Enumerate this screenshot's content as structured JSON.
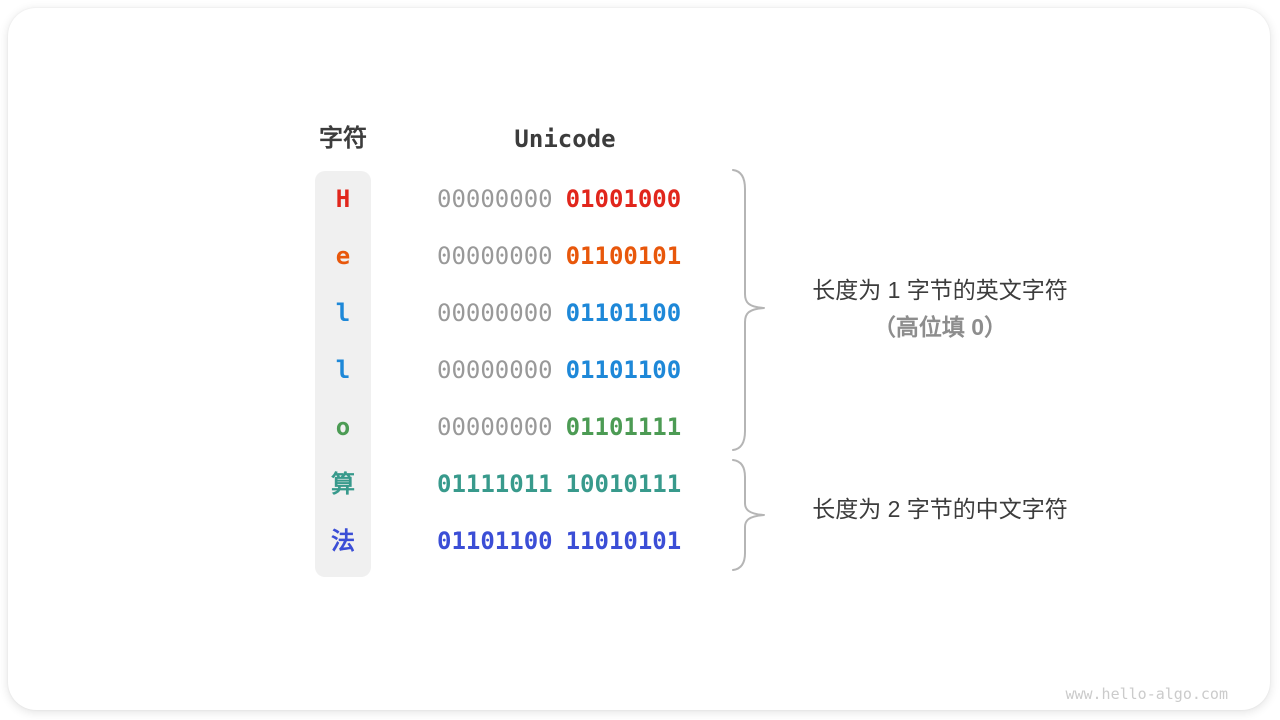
{
  "header": {
    "char_label": "字符",
    "unicode_label": "Unicode"
  },
  "rows": [
    {
      "char": "H",
      "color": "#e1261c",
      "byte1": "00000000",
      "byte1_color": "#999999",
      "byte2": "01001000",
      "byte2_color": "#e1261c"
    },
    {
      "char": "e",
      "color": "#e8570b",
      "byte1": "00000000",
      "byte1_color": "#999999",
      "byte2": "01100101",
      "byte2_color": "#e8570b"
    },
    {
      "char": "l",
      "color": "#1e88d8",
      "byte1": "00000000",
      "byte1_color": "#999999",
      "byte2": "01101100",
      "byte2_color": "#1e88d8"
    },
    {
      "char": "l",
      "color": "#1e88d8",
      "byte1": "00000000",
      "byte1_color": "#999999",
      "byte2": "01101100",
      "byte2_color": "#1e88d8"
    },
    {
      "char": "o",
      "color": "#4c9b54",
      "byte1": "00000000",
      "byte1_color": "#999999",
      "byte2": "01101111",
      "byte2_color": "#4c9b54"
    },
    {
      "char": "算",
      "color": "#389a8c",
      "byte1": "01111011",
      "byte1_color": "#389a8c",
      "byte2": "10010111",
      "byte2_color": "#389a8c"
    },
    {
      "char": "法",
      "color": "#3b4ed6",
      "byte1": "01101100",
      "byte1_color": "#3b4ed6",
      "byte2": "11010101",
      "byte2_color": "#3b4ed6"
    }
  ],
  "annotations": {
    "group1_line1": "长度为 1 字节的英文字符",
    "group1_line2": "（高位填 0）",
    "group2_line1": "长度为 2 字节的中文字符"
  },
  "watermark": "www.hello-algo.com",
  "colors": {
    "pad_zero": "#999999",
    "text_dark": "#3c3c3c",
    "text_gray": "#8d8d8d",
    "brace": "#b5b5b5",
    "column_bg": "#f0f0f0"
  }
}
